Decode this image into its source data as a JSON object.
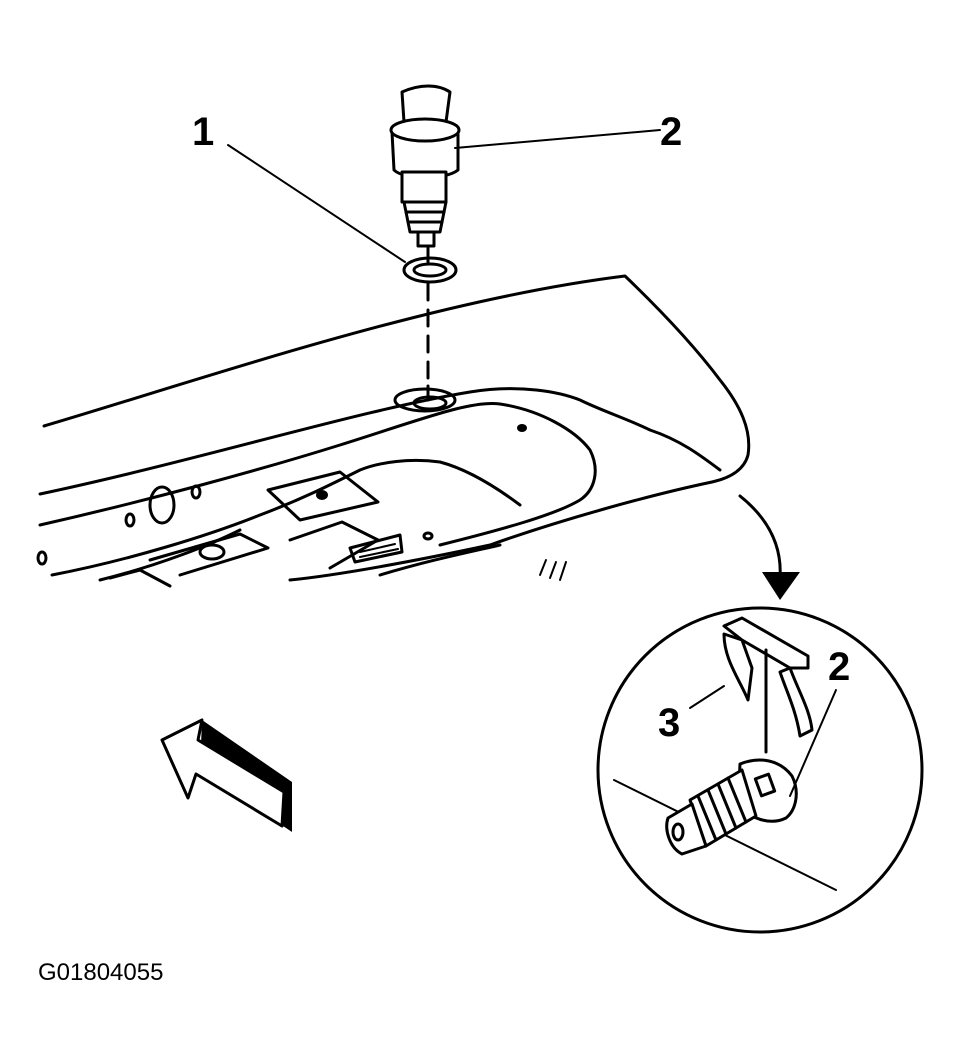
{
  "callouts": {
    "seal": "1",
    "sensor_top": "2",
    "clip": "3",
    "sensor_detail": "2"
  },
  "figure_code": "G01804055",
  "colors": {
    "ink": "#000000",
    "paper": "#ffffff"
  }
}
